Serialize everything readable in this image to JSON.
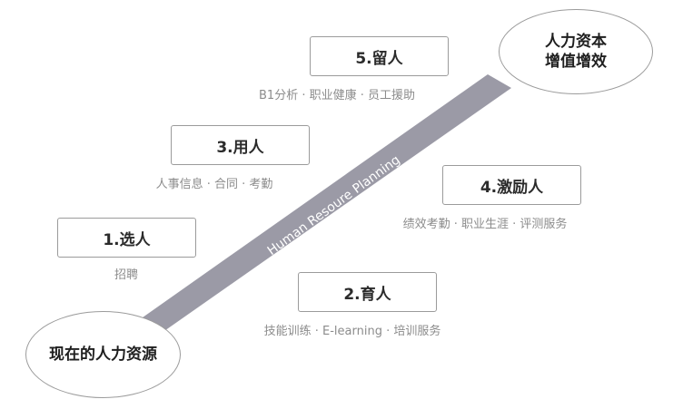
{
  "colors": {
    "band": "#9b9aa6",
    "band_text": "#ffffff",
    "border": "#9b9b9b",
    "title_text": "#2b2b2b",
    "desc_text": "#8c8c8c"
  },
  "band_label": "Human Resoure Planning",
  "start": {
    "label": "现在的人力资源"
  },
  "end": {
    "line1": "人力资本",
    "line2": "增值增效"
  },
  "stages": [
    {
      "title": "1.选人",
      "desc": "招聘"
    },
    {
      "title": "2.育人",
      "desc": "技能训练 · E-learning · 培训服务"
    },
    {
      "title": "3.用人",
      "desc": "人事信息 · 合同 · 考勤"
    },
    {
      "title": "4.激励人",
      "desc": "绩效考勤 · 职业生涯 · 评测服务"
    },
    {
      "title": "5.留人",
      "desc": "B1分析 · 职业健康 · 员工援助"
    }
  ]
}
